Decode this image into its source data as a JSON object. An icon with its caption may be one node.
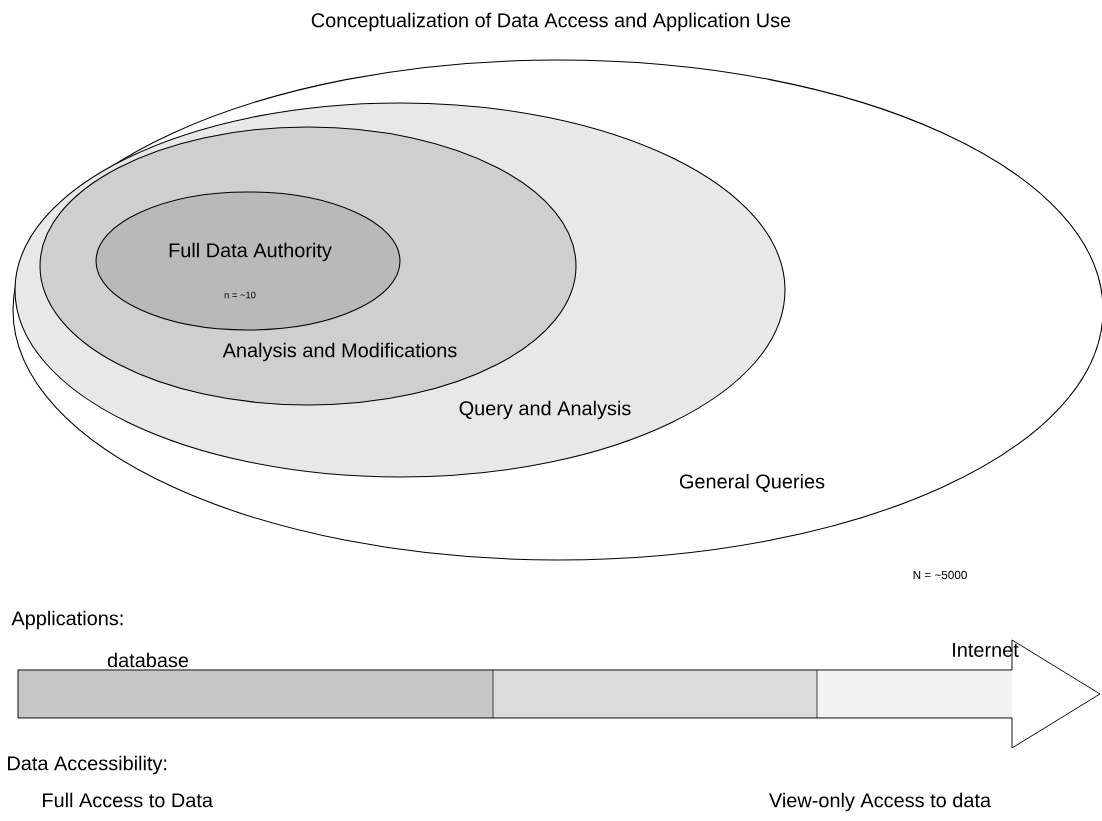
{
  "diagram": {
    "title": "Conceptualization of Data Access and Application Use",
    "nodes": [
      {
        "text": [
          "General Queries"
        ],
        "beside": [
          "N = ~5000"
        ]
      },
      {
        "text": [
          "Query and Analysis"
        ],
        "in": 0
      },
      {
        "text": [
          "Analysis and Modifications"
        ],
        "in": 1
      },
      {
        "text": [
          "Full Data Authority",
          "n = ~10"
        ],
        "in": 2
      }
    ],
    "labels": [
      "Applications:",
      "database",
      "Internet",
      "Data Accessibility:",
      "Full Access to Data",
      "View-only Access to data"
    ]
  }
}
